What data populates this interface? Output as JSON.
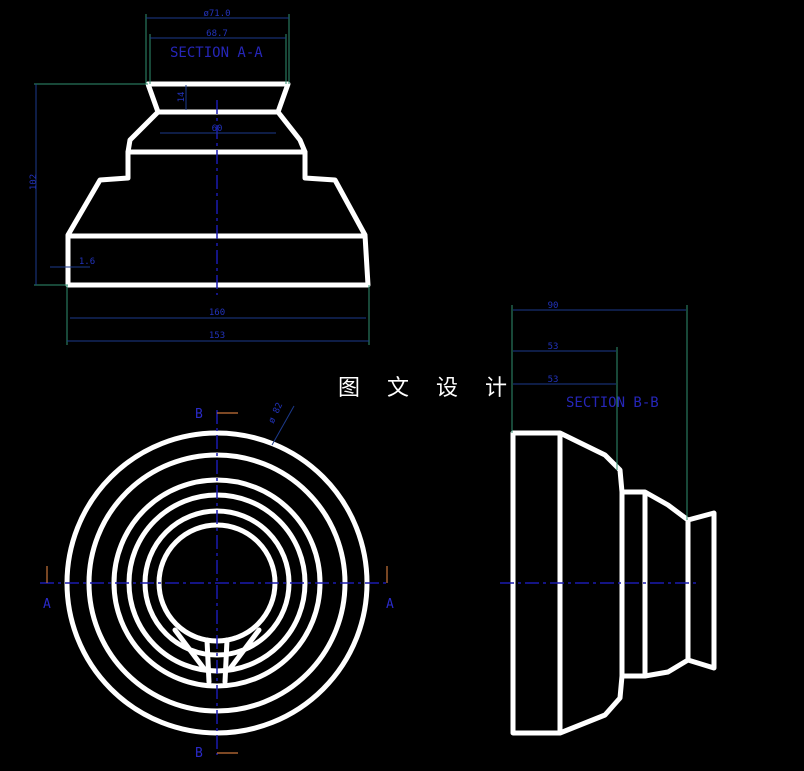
{
  "title": "图 文 设 计",
  "section_a": {
    "label": "SECTION A-A",
    "dims": {
      "top_outer": "ø71.0",
      "top_inner": "68.7",
      "depth": "14",
      "neck": "60",
      "height": "102",
      "wall": "1.6",
      "base_inner": "160",
      "base_outer": "153"
    }
  },
  "section_b": {
    "label": "SECTION B-B",
    "dims": {
      "total": "90",
      "step1": "53",
      "step2": "53"
    }
  },
  "plan_view": {
    "diameter": "ø 82",
    "cut_a_left": "A",
    "cut_a_right": "A",
    "cut_b_top": "B",
    "cut_b_bottom": "B"
  },
  "colors": {
    "background": "#000000",
    "outline": "#ffffff",
    "dimension": "#2233bb",
    "extension": "#2f8f6f",
    "cut_marker": "#c8743a"
  }
}
